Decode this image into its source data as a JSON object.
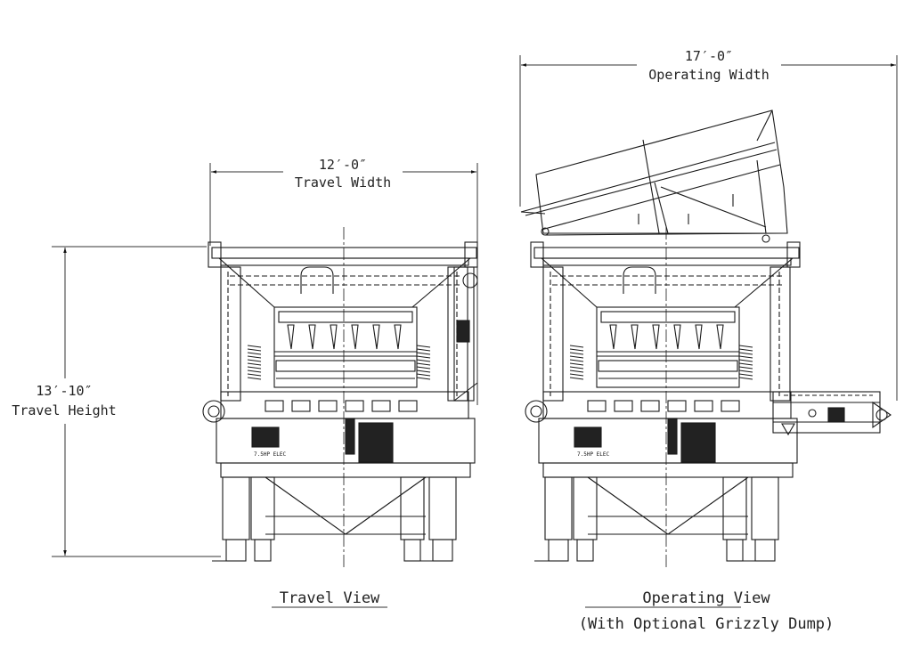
{
  "dimensions": {
    "travel_width": {
      "value": "12′-0″",
      "label": "Travel Width"
    },
    "travel_height": {
      "value": "13′-10″",
      "label": "Travel Height"
    },
    "operating_width": {
      "value": "17′-0″",
      "label": "Operating Width"
    }
  },
  "views": {
    "travel": {
      "caption": "Travel View",
      "motor_label": "7.5HP ELEC"
    },
    "operating": {
      "caption": "Operating View",
      "subcaption": "(With Optional Grizzly Dump)",
      "motor_label": "7.5HP ELEC"
    }
  },
  "colors": {
    "line": "#1a1a1a",
    "background": "#ffffff"
  }
}
